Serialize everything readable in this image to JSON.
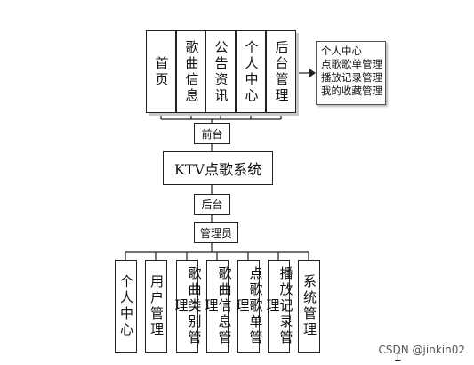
{
  "frontend_pages": [
    "首页",
    "歌曲信息",
    "公告资讯",
    "个人中心",
    "后台管理"
  ],
  "frontend_node": "前台",
  "system_title": "KTV点歌系统",
  "backend_node": "后台",
  "admin_node": "管理员",
  "admin_modules": [
    "个人中心",
    "用户管理",
    "歌曲类别管理",
    "歌曲信息管理",
    "点歌歌单管理",
    "播放记录管理",
    "系统管理"
  ],
  "user_center_note": [
    "个人中心",
    "点歌歌单管理",
    "播放记录管理",
    "我的收藏管理"
  ],
  "watermark": "CSDN @jinkin02"
}
